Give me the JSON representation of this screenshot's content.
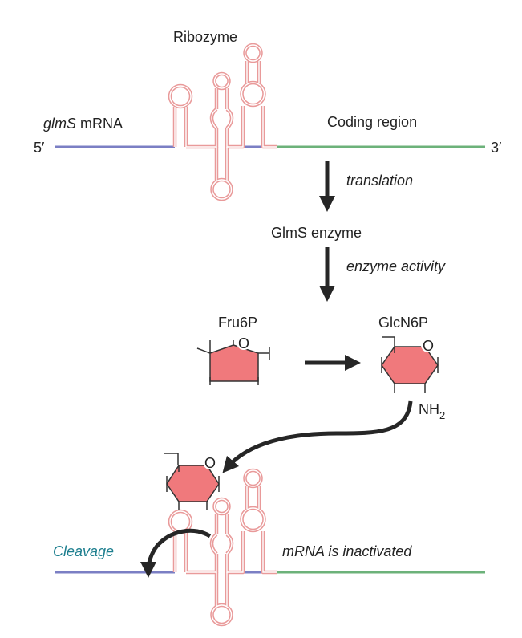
{
  "labels": {
    "ribozyme": "Ribozyme",
    "glms_gene": "glmS",
    "mrna_word": " mRNA",
    "five_prime": "5′",
    "three_prime": "3′",
    "coding_region": "Coding region",
    "translation": "translation",
    "enzyme": "GlmS enzyme",
    "enzyme_activity": "enzyme activity",
    "fru6p": "Fru6P",
    "glcn6p": "GlcN6P",
    "ring_oxygen": "O",
    "amine_n": "NH",
    "amine_sub": "2",
    "cleavage": "Cleavage",
    "inactivated": "mRNA is inactivated"
  },
  "colors": {
    "utr_line": "#7b7fc4",
    "coding_line": "#6cb27a",
    "ribozyme_outline": "#e99a9a",
    "sugar_fill": "#f0797c",
    "arrow": "#262626",
    "cleavage_text": "#1e7f8f"
  }
}
